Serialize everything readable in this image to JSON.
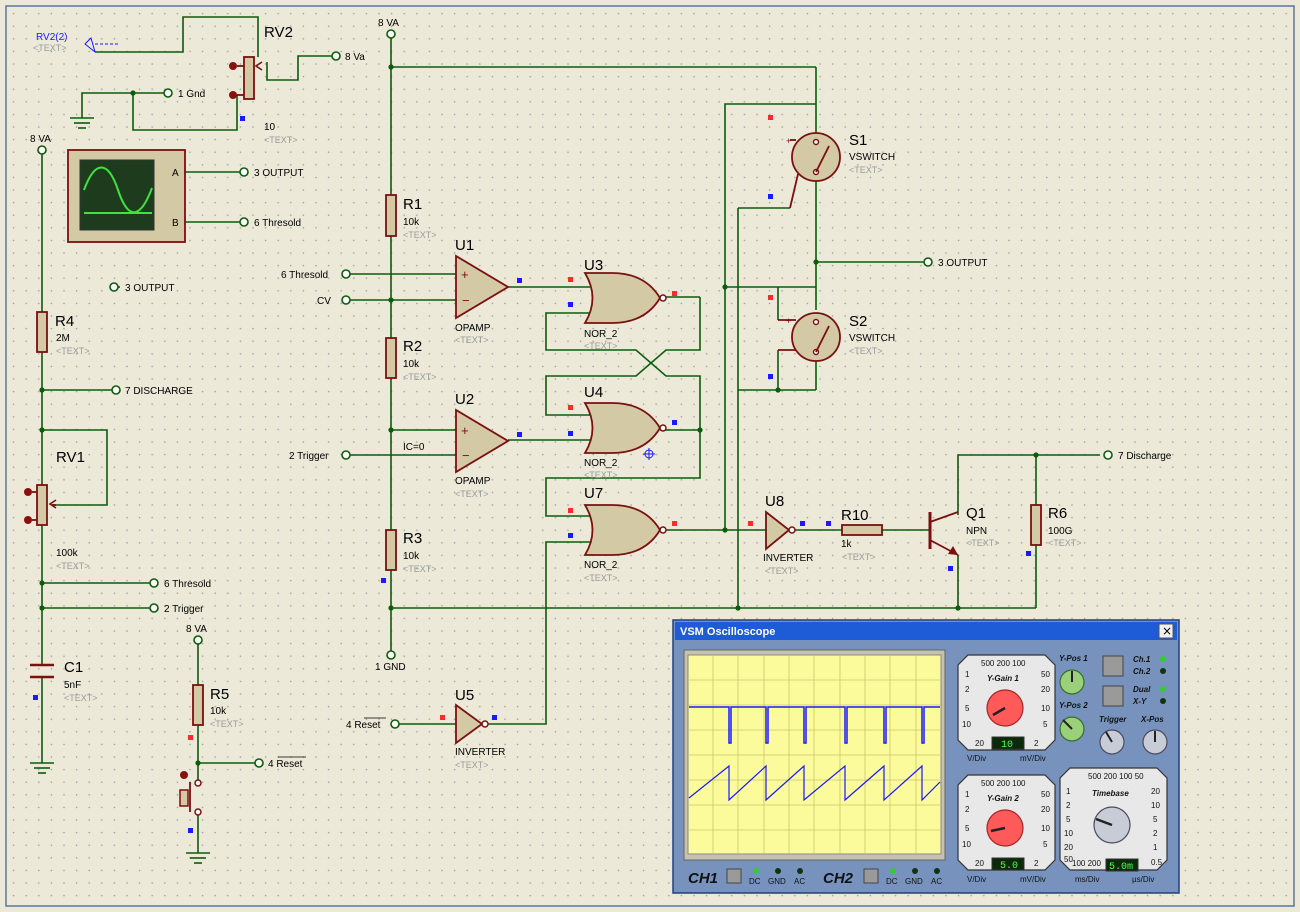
{
  "supply": {
    "vcc": "8 VA",
    "gnd": "1 GND",
    "va": "8 Va",
    "gnd1": "1 Gnd"
  },
  "probe": {
    "ref": "RV2(2)",
    "text": "<TEXT>"
  },
  "components": {
    "rv2": {
      "ref": "RV2",
      "value": "10",
      "text": "<TEXT>"
    },
    "rv1": {
      "ref": "RV1",
      "value": "100k",
      "text": "<TEXT>"
    },
    "r1": {
      "ref": "R1",
      "value": "10k",
      "text": "<TEXT>"
    },
    "r2": {
      "ref": "R2",
      "value": "10k",
      "text": "<TEXT>"
    },
    "r3": {
      "ref": "R3",
      "value": "10k",
      "text": "<TEXT>"
    },
    "r4": {
      "ref": "R4",
      "value": "2M",
      "text": "<TEXT>"
    },
    "r5": {
      "ref": "R5",
      "value": "10k",
      "text": "<TEXT>"
    },
    "r6": {
      "ref": "R6",
      "value": "100G",
      "text": "<TEXT>"
    },
    "r10": {
      "ref": "R10",
      "value": "1k",
      "text": "<TEXT>"
    },
    "c1": {
      "ref": "C1",
      "value": "5nF",
      "text": "<TEXT>"
    },
    "u1": {
      "ref": "U1",
      "value": "OPAMP",
      "text": "<TEXT>"
    },
    "u2": {
      "ref": "U2",
      "value": "OPAMP",
      "text": "<TEXT>"
    },
    "u3": {
      "ref": "U3",
      "value": "NOR_2",
      "text": "<TEXT>"
    },
    "u4": {
      "ref": "U4",
      "value": "NOR_2",
      "text": "<TEXT>"
    },
    "u7": {
      "ref": "U7",
      "value": "NOR_2",
      "text": "<TEXT>"
    },
    "u5": {
      "ref": "U5",
      "value": "INVERTER",
      "text": "<TEXT>"
    },
    "u8": {
      "ref": "U8",
      "value": "INVERTER",
      "text": "<TEXT>"
    },
    "s1": {
      "ref": "S1",
      "value": "VSWITCH",
      "text": "<TEXT>"
    },
    "s2": {
      "ref": "S2",
      "value": "VSWITCH",
      "text": "<TEXT>"
    },
    "q1": {
      "ref": "Q1",
      "value": "NPN",
      "text": "<TEXT>"
    }
  },
  "terminals": {
    "output": "3 OUTPUT",
    "threshold": "6 Thresold",
    "cv": "CV",
    "trigger": "2 Trigger",
    "discharge_upper": "7 DISCHARGE",
    "discharge": "7 Discharge",
    "reset": "4 Reset",
    "ic": "IC=0"
  },
  "scope_symbol": {
    "a": "A",
    "b": "B"
  },
  "oscilloscope": {
    "title": "VSM Oscilloscope",
    "close": "×",
    "ch1": "CH1",
    "ch2": "CH2",
    "dc": "DC",
    "gnd": "GND",
    "ac": "AC",
    "ygain1": "Y-Gain 1",
    "ygain2": "Y-Gain 2",
    "ypos1": "Y-Pos 1",
    "ypos2": "Y-Pos 2",
    "trigger": "Trigger",
    "xpos": "X-Pos",
    "timebase": "Timebase",
    "ch1_led": "Ch.1",
    "ch2_led": "Ch.2",
    "dual": "Dual",
    "xy": "X-Y",
    "vdiv": "V/Div",
    "mvdiv": "mV/Div",
    "msdiv": "ms/Div",
    "usdiv": "µs/Div",
    "mv_top": "500 200 100",
    "tb_top": "500 200 100 50",
    "tb_bottom": "100 200",
    "ygain1_value": "10",
    "ygain2_value": "5.0",
    "timebase_value": "5.0m",
    "v_scale_left": [
      "1",
      "2",
      "5",
      "10",
      "20"
    ],
    "mv_scale_right": [
      "50",
      "20",
      "10",
      "5",
      "2"
    ],
    "tb_scale_left": [
      "1",
      "2",
      "5",
      "10",
      "20",
      "50"
    ],
    "tb_scale_right": [
      "20",
      "10",
      "5",
      "2",
      "1",
      "0.5"
    ]
  }
}
